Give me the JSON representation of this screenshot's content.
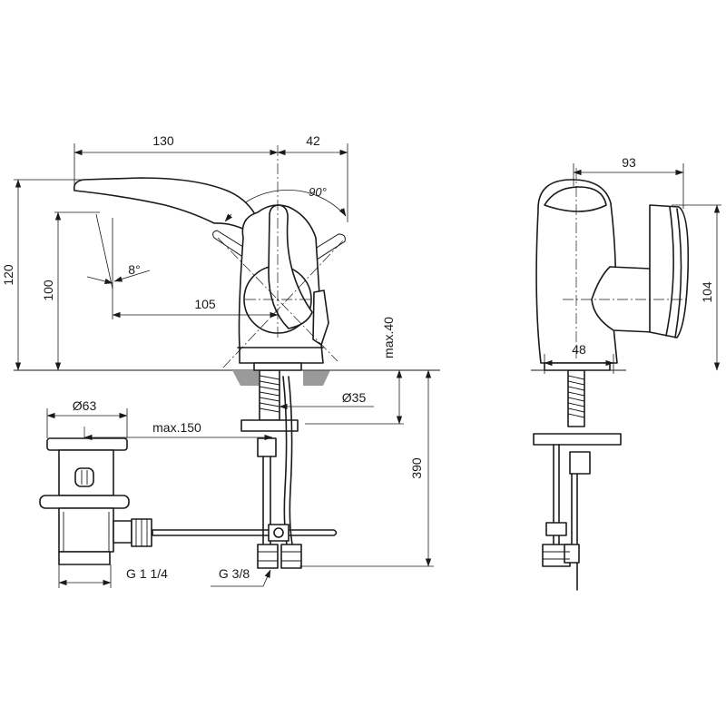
{
  "dimensions": {
    "spout_reach": "130",
    "handle_offset": "42",
    "handle_angle": "90°",
    "spout_angle": "8°",
    "overall_height": "120",
    "spout_height": "100",
    "axis_to_spout": "105",
    "deck_thickness": "max.40",
    "shank_diameter": "Ø35",
    "supply_length": "390",
    "waste_diameter": "Ø63",
    "waste_rod": "max.150",
    "waste_thread": "G 1 1/4",
    "supply_thread": "G 3/8",
    "side_depth": "93",
    "side_height": "104",
    "base_width": "48"
  }
}
